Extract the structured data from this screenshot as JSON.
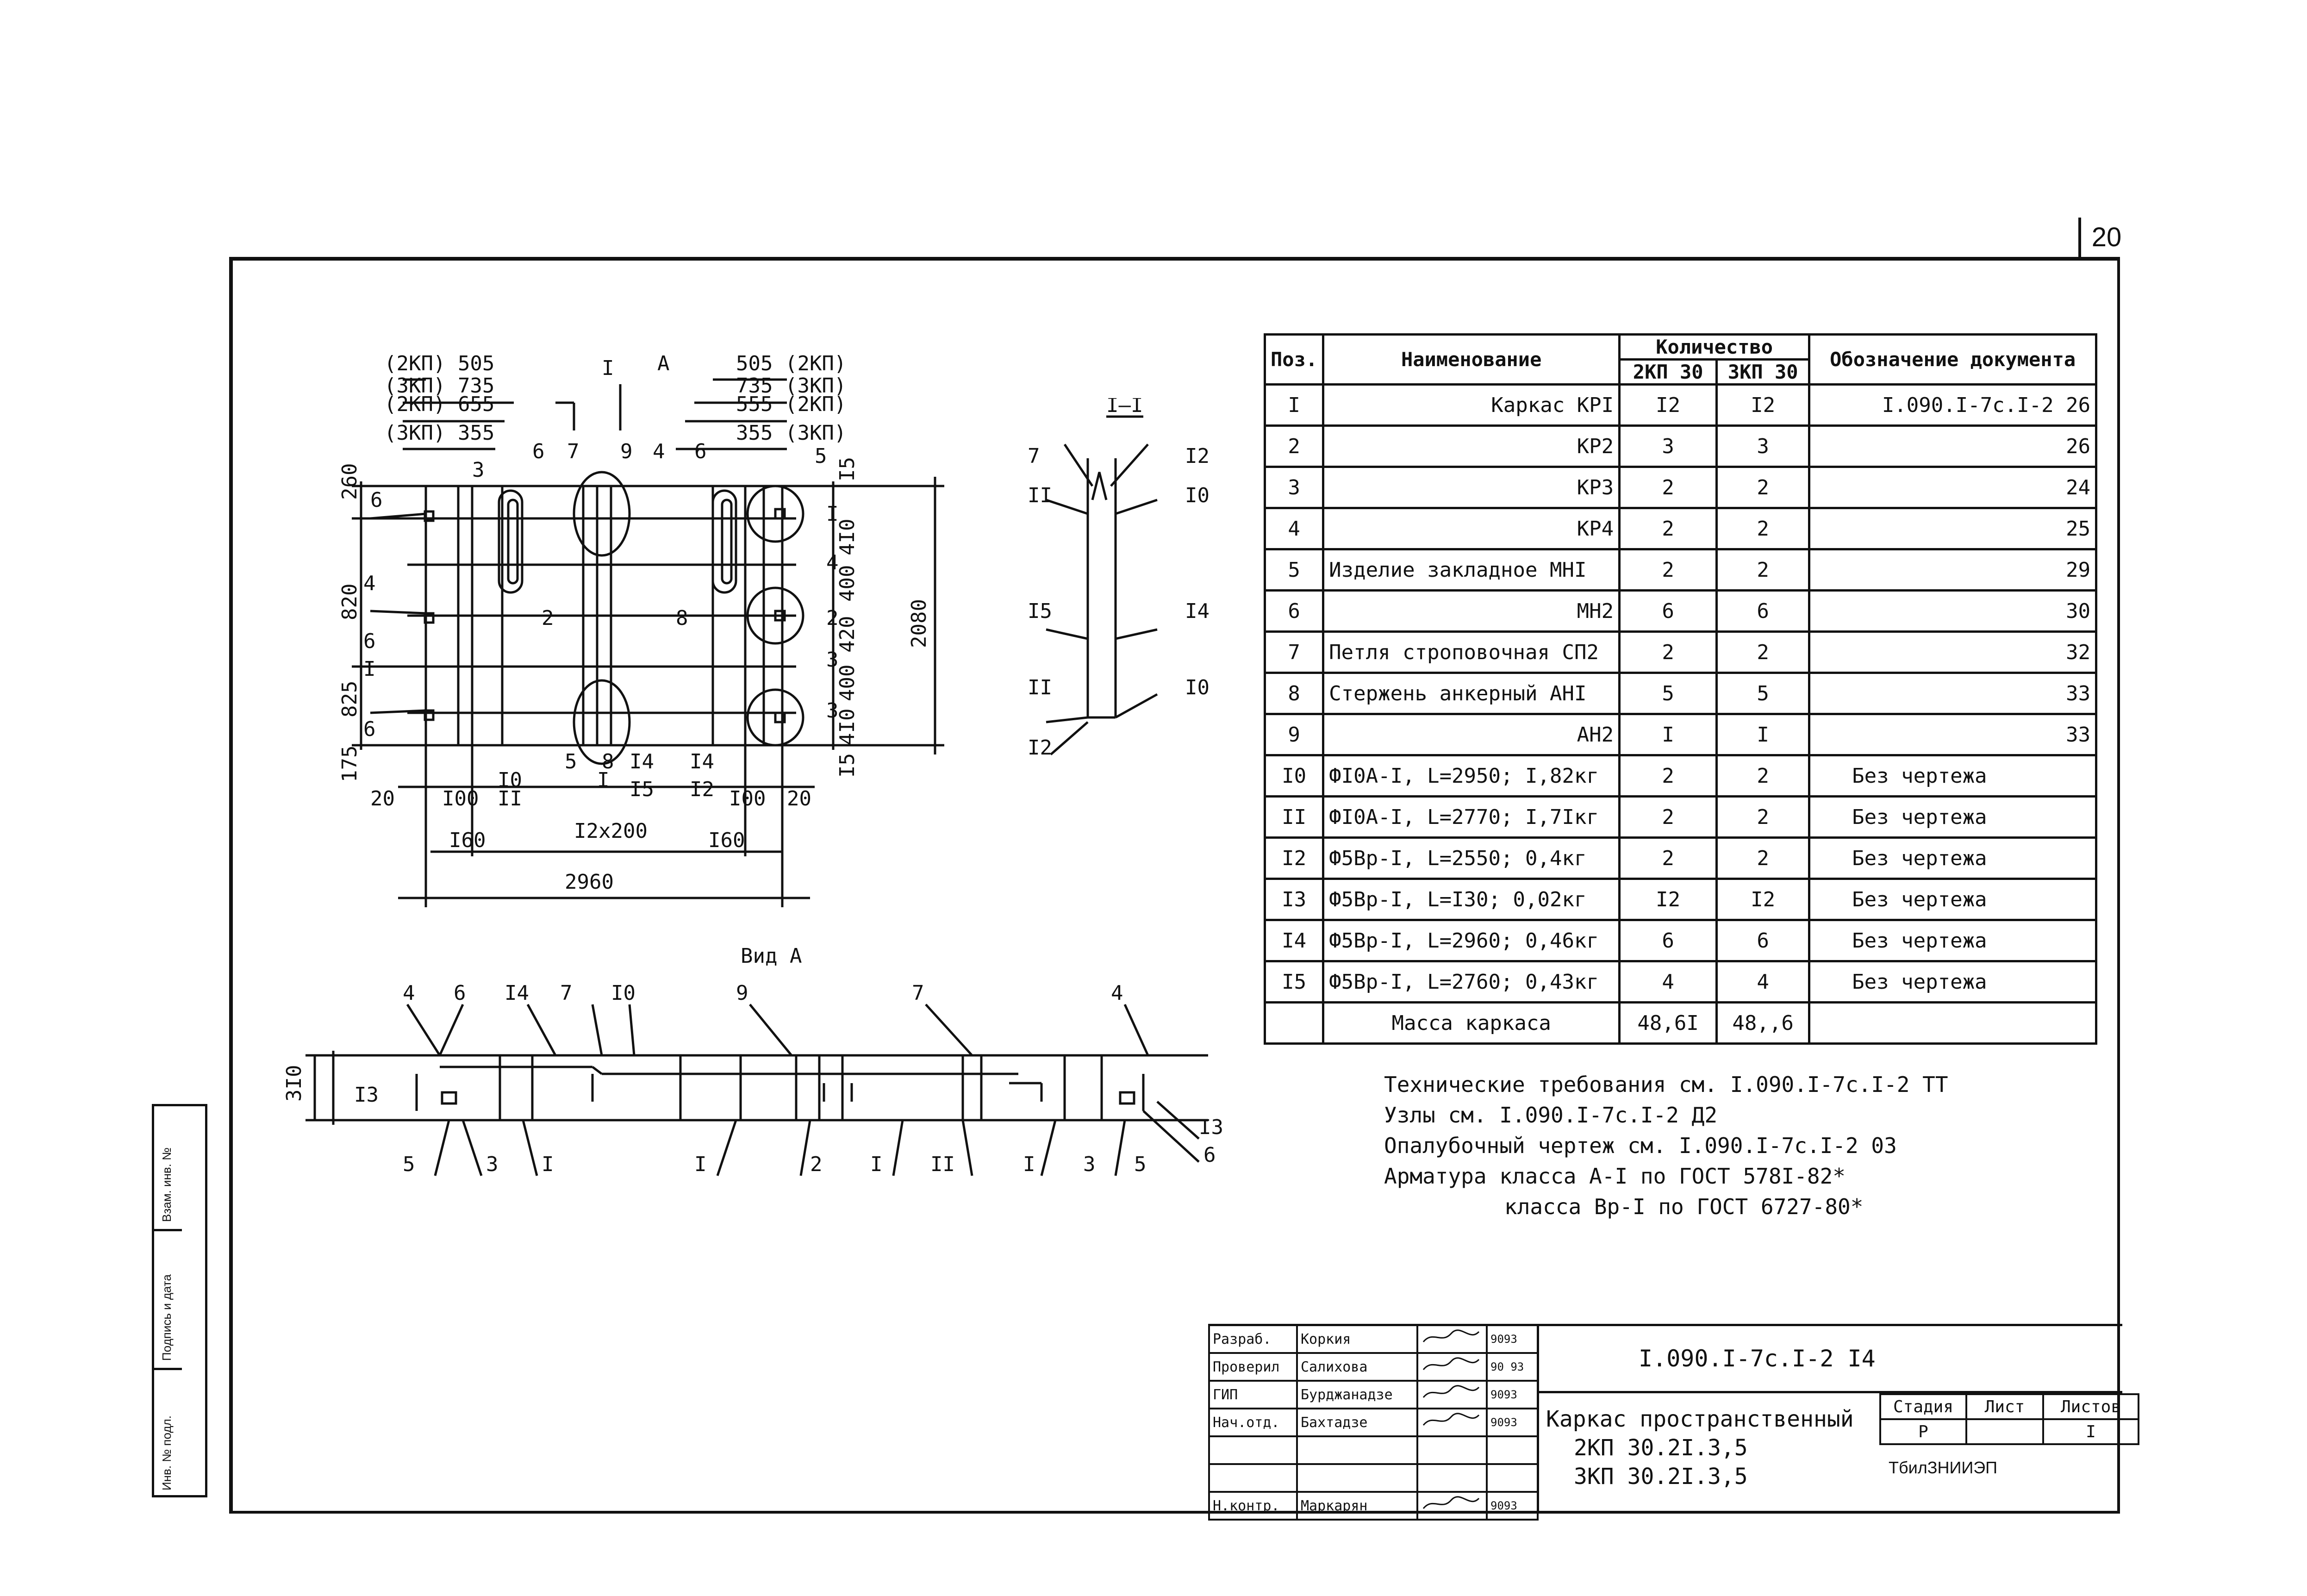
{
  "page_number": "20",
  "plan": {
    "labels_top_left": [
      "(2КП) 505",
      "(3КП) 735",
      "(2КП) 655",
      "(3КП) 355"
    ],
    "labels_top_right": [
      "505 (2КП)",
      "735 (3КП)",
      "555 (2КП)",
      "355 (3КП)"
    ],
    "section_mark": "I",
    "view_mark": "А",
    "callouts_top": [
      "3",
      "6",
      "7",
      "9",
      "4",
      "6",
      "5"
    ],
    "left_dims": [
      "260",
      "820",
      "825",
      "175"
    ],
    "right_dims": [
      "I5",
      "4I0",
      "400",
      "420",
      "400",
      "4I0",
      "I5"
    ],
    "overall_height": "2080",
    "bottom_dims_row1": [
      "20",
      "I00",
      "I0",
      "II",
      "I4",
      "I5",
      "I4",
      "I2",
      "I00",
      "20"
    ],
    "bottom_dims_row2": [
      "I60",
      "I2x200",
      "I60"
    ],
    "overall_width": "2960",
    "inner_labels": [
      "2",
      "8",
      "2",
      "3",
      "3",
      "I",
      "4"
    ],
    "left_callouts": [
      "6",
      "4",
      "6",
      "I",
      "6"
    ],
    "bottom_callouts": [
      "5",
      "8",
      "I"
    ]
  },
  "section": {
    "title": "I–I",
    "labels": [
      "7",
      "I2",
      "II",
      "I0",
      "I5",
      "I4",
      "II",
      "I0",
      "I2"
    ]
  },
  "view_a": {
    "title": "Вид А",
    "top_callouts": [
      "4",
      "6",
      "I4",
      "7",
      "I0",
      "9",
      "7",
      "4"
    ],
    "height_dim": "3I0",
    "left_labels": [
      "I3"
    ],
    "right_labels": [
      "I3",
      "6"
    ],
    "bottom_callouts": [
      "5",
      "3",
      "I",
      "I",
      "2",
      "I",
      "II",
      "I",
      "3",
      "5"
    ]
  },
  "spec": {
    "headers": {
      "pos": "Поз.",
      "name": "Наименование",
      "qty": "Количество",
      "qty_a": "2КП 30",
      "qty_b": "3КП 30",
      "doc": "Обозначение документа"
    },
    "rows": [
      {
        "pos": "I",
        "name": "Каркас  КРI",
        "a": "I2",
        "b": "I2",
        "doc": "I.090.I-7c.I-2  26"
      },
      {
        "pos": "2",
        "name": "КР2",
        "a": "3",
        "b": "3",
        "doc": "26"
      },
      {
        "pos": "3",
        "name": "КР3",
        "a": "2",
        "b": "2",
        "doc": "24"
      },
      {
        "pos": "4",
        "name": "КР4",
        "a": "2",
        "b": "2",
        "doc": "25"
      },
      {
        "pos": "5",
        "name": "Изделие закладное  МНI",
        "a": "2",
        "b": "2",
        "doc": "29"
      },
      {
        "pos": "6",
        "name": "МН2",
        "a": "6",
        "b": "6",
        "doc": "30"
      },
      {
        "pos": "7",
        "name": "Петля строповочная  СП2",
        "a": "2",
        "b": "2",
        "doc": "32"
      },
      {
        "pos": "8",
        "name": "Стержень анкерный  АНI",
        "a": "5",
        "b": "5",
        "doc": "33"
      },
      {
        "pos": "9",
        "name": "АН2",
        "a": "I",
        "b": "I",
        "doc": "33"
      },
      {
        "pos": "I0",
        "name": "ФI0А-I, L=2950; I,82кг",
        "a": "2",
        "b": "2",
        "doc": "Без чертежа"
      },
      {
        "pos": "II",
        "name": "ФI0А-I, L=2770; I,7Iкг",
        "a": "2",
        "b": "2",
        "doc": "Без чертежа"
      },
      {
        "pos": "I2",
        "name": "Ф5Вр-I, L=2550; 0,4кг",
        "a": "2",
        "b": "2",
        "doc": "Без чертежа"
      },
      {
        "pos": "I3",
        "name": "Ф5Вр-I, L=I30; 0,02кг",
        "a": "I2",
        "b": "I2",
        "doc": "Без чертежа"
      },
      {
        "pos": "I4",
        "name": "Ф5Вр-I, L=2960; 0,46кг",
        "a": "6",
        "b": "6",
        "doc": "Без чертежа"
      },
      {
        "pos": "I5",
        "name": "Ф5Вр-I, L=2760; 0,43кг",
        "a": "4",
        "b": "4",
        "doc": "Без чертежа"
      }
    ],
    "total_label": "Масса каркаса",
    "total_a": "48,6I",
    "total_b": "48,,6"
  },
  "notes": [
    "Технические требования см. I.090.I-7c.I-2 ТТ",
    "Узлы см.  I.090.I-7c.I-2 Д2",
    "Опалубочный чертеж см.  I.090.I-7c.I-2 03",
    "Арматура класса А-I по ГОСТ 578I-82*",
    "класса Вр-I по ГОСТ 6727-80*"
  ],
  "title_block": {
    "roles": [
      "Разраб.",
      "Проверил",
      "ГИП",
      "Нач.отд.",
      "",
      "",
      "Н.контр."
    ],
    "names": [
      "Коркия",
      "Салихова",
      "Бурджанадзе",
      "Бахтадзе",
      "",
      "",
      "Маркарян"
    ],
    "dates": [
      "9093",
      "90 93",
      "9093",
      "9093",
      "",
      "",
      "9093"
    ],
    "document_code": "I.090.I-7c.I-2 I4",
    "object_title": "Каркас пространственный",
    "object_marks": [
      "2КП 30.2I.3,5",
      "3КП 30.2I.3,5"
    ],
    "stage_label": "Стадия",
    "sheet_label": "Лист",
    "sheets_label": "Листов",
    "stage": "Р",
    "sheet": "",
    "sheets": "I",
    "organization": "ТбилЗНИИЭП"
  },
  "side_strip": [
    "Инв. № подл.",
    "Подпись и дата",
    "Взам. инв. №"
  ]
}
